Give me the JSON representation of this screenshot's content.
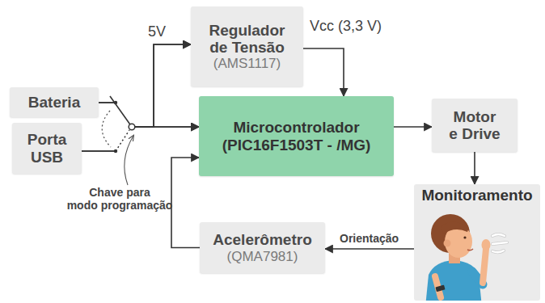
{
  "diagram": {
    "nodes": [
      {
        "text": [
          "Bateria"
        ]
      },
      {
        "text": [
          "Porta USB"
        ]
      },
      {
        "text": [
          "Regulador de Tensão",
          "(AMS1117)"
        ]
      },
      {
        "text": [
          "Microcontrolador (PIC16F1503T - /MG)"
        ]
      },
      {
        "text": [
          "Motor e Drive"
        ]
      },
      {
        "text": [
          "Monitoramento"
        ]
      },
      {
        "text": [
          "Acelerômetro",
          "(QMA7981)"
        ]
      }
    ],
    "edges": [
      {
        "from": 0,
        "to": 2,
        "arrow": "to"
      },
      {
        "from": 0,
        "to": 3,
        "arrow": "to"
      },
      {
        "from": 1,
        "to": 2,
        "arrow": "to"
      },
      {
        "from": 1,
        "to": 3,
        "arrow": "to"
      },
      {
        "from": 2,
        "to": 3,
        "label": "Vcc (3,3 V)",
        "arrow": "to"
      },
      {
        "from": 3,
        "to": 4,
        "arrow": "to"
      },
      {
        "from": 4,
        "to": 5,
        "arrow": "to"
      },
      {
        "from": 5,
        "to": 6,
        "label": "Orientação",
        "arrow": "to"
      },
      {
        "from": 6,
        "to": 3,
        "arrow": "to"
      }
    ],
    "labels": [
      "5V",
      "Chave para modo programação"
    ]
  }
}
